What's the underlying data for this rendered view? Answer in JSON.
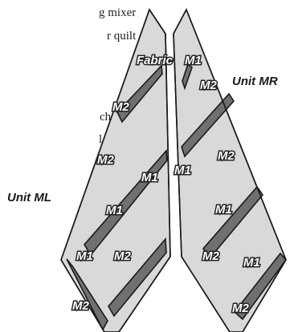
{
  "text_fragments": [
    "g mixer",
    "r  quilt",
    "ch  the",
    "l as the"
  ],
  "units": {
    "mr": "Unit MR",
    "ml": "Unit ML"
  },
  "labels": {
    "fabric": "Fabric",
    "m1": "M1",
    "m2": "M2"
  },
  "colors": {
    "light_fabric": "#d9d9d9",
    "dark_fabric": "#707070",
    "outline": "#1a1a1a"
  }
}
